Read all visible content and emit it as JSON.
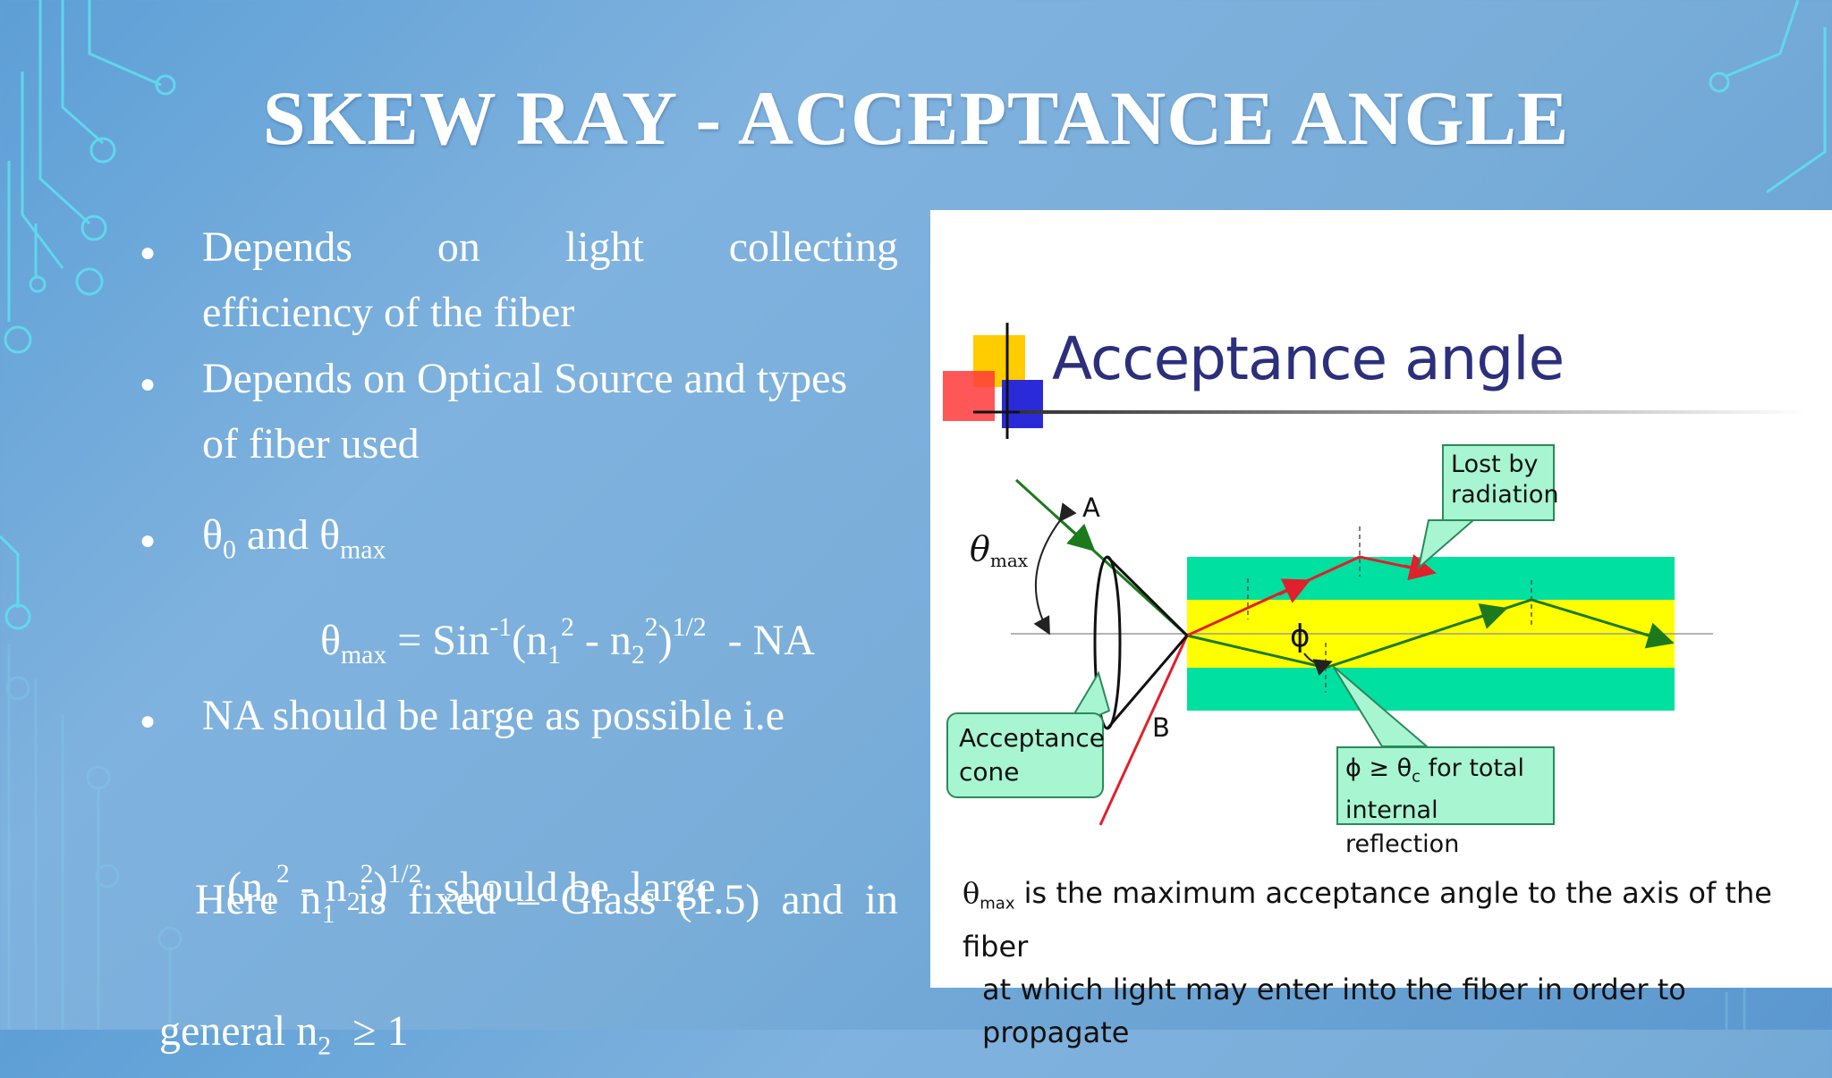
{
  "slide": {
    "title": "SKEW RAY - ACCEPTANCE ANGLE",
    "bullets": {
      "b1_words": [
        "Depends",
        "on",
        "light",
        "collecting"
      ],
      "b1_line2": "efficiency of the fiber",
      "b2_line1": "Depends on Optical Source and types",
      "b2_line2": "of fiber used",
      "b3_theta0": "θ",
      "b3_sub0": "0",
      "b3_and": " and θ",
      "b3_submax": "max",
      "b4_line1": "NA should be large as possible i.e"
    },
    "formula": {
      "theta": "θ",
      "max": "max",
      "eq": " = Sin",
      "inv": "-1",
      "open": "(n",
      "sub1": "1",
      "sq1": "2",
      "minus": " - n",
      "sub2": "2",
      "sq2": "2",
      "close": ")",
      "half": "1/2",
      "na": "  - NA"
    },
    "condition": {
      "open": "(n",
      "sub1": "1",
      "sq1": "2",
      "minus": " - n",
      "sub2": "2",
      "sq2": "2",
      "close": ")",
      "half": "1/2",
      "rest": "  should be  large"
    },
    "note": {
      "words": [
        "Here",
        "n₁",
        "is",
        "fixed",
        "–",
        "Glass",
        "(1.5)",
        "and",
        "in"
      ],
      "line2_a": "general n",
      "line2_sub": "2",
      "line2_b": "  ≥ 1"
    }
  },
  "figure": {
    "title": "Acceptance angle",
    "label_a": "A",
    "label_b": "B",
    "theta_symbol": "θ",
    "theta_sub": "max",
    "phi_symbol": "ϕ",
    "callout_lost": [
      "Lost by",
      "radiation"
    ],
    "callout_cone": [
      "Acceptance",
      "cone"
    ],
    "callout_phi_line1": "ϕ ≥ θ",
    "callout_phi_sub": "c",
    "callout_phi_line1_end": " for total",
    "callout_phi_line2": "internal reflection",
    "caption_theta": "θ",
    "caption_sub": "max",
    "caption_line1": " is the maximum acceptance angle to the axis of the fiber",
    "caption_line2": "at which light may enter into the  fiber in order to propagate",
    "colors": {
      "cladding": "#00e0a0",
      "core": "#ffff00",
      "ray_green": "#1c7a1c",
      "ray_red": "#e0202a",
      "callout_fill": "#a8f5d2",
      "title": "#2b2f7c"
    }
  }
}
